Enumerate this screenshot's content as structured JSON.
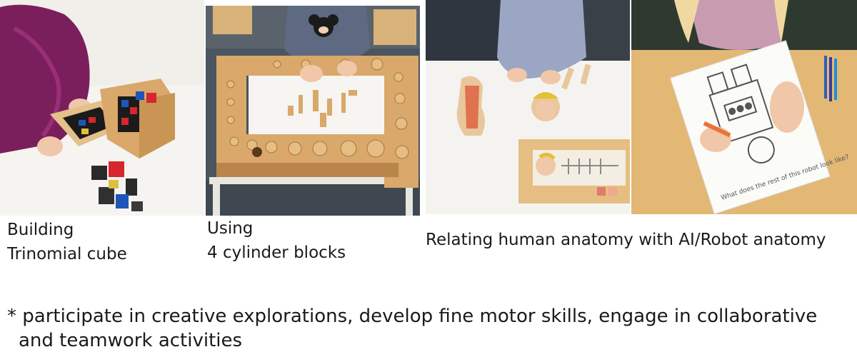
{
  "captions": {
    "trinomial": {
      "line1": "Building",
      "line2": "Trinomial cube"
    },
    "cylinder": {
      "line1": "Using",
      "line2": "4 cylinder blocks"
    },
    "anatomy": "Relating human anatomy with AI/Robot anatomy"
  },
  "worksheet_text": "What does the rest of this robot look like?",
  "footnote": {
    "line1": "* participate in creative explorations, develop fine motor skills, engage in collaborative",
    "line2": "and teamwork activities"
  },
  "colors": {
    "table_white": "#f4f3f0",
    "wood": "#d9a86a",
    "wood_dark": "#b9854a",
    "carpet": "#4a5560",
    "sweater_magenta": "#7b1f5c",
    "sweater_gray": "#5d6a82",
    "sweater_light": "#9aa6c4",
    "cube_red": "#d7262d",
    "cube_blue": "#1e56b8",
    "cube_black": "#1b1b1b"
  }
}
